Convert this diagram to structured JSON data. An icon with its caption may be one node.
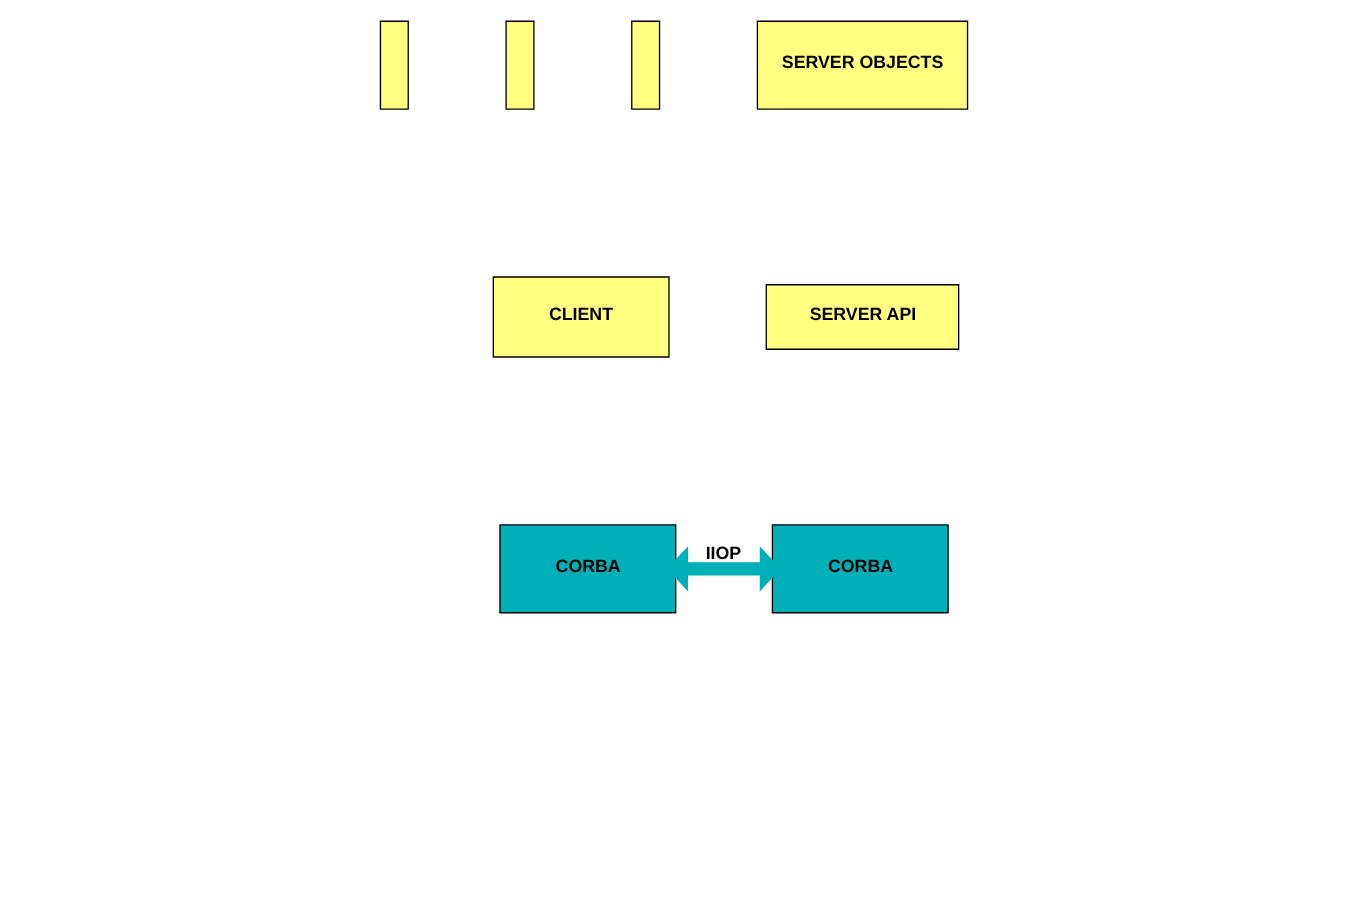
{
  "diagram": {
    "nodes": [
      {
        "text": [],
        "shape": "box"
      },
      {
        "text": [],
        "shape": "box"
      },
      {
        "text": [],
        "shape": "box"
      },
      {
        "text": [
          "SERVER OBJECTS"
        ]
      },
      {
        "text": [
          "CLIENT"
        ]
      },
      {
        "text": [
          "SERVER API"
        ]
      },
      {
        "text": [
          "CORBA"
        ]
      },
      {
        "text": [
          "CORBA"
        ]
      }
    ],
    "edges": [
      {
        "from": 6,
        "to": 7,
        "arrow": "both",
        "label": "IIOP"
      }
    ]
  }
}
